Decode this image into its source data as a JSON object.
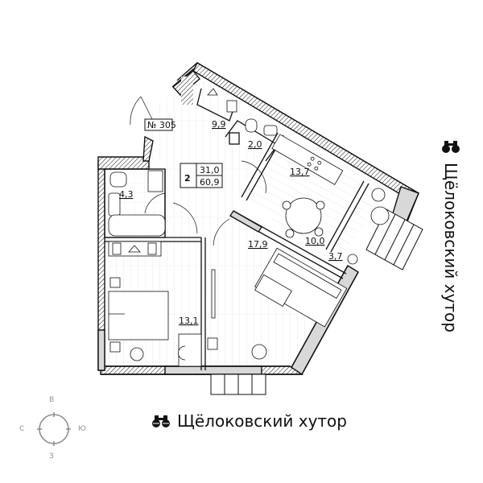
{
  "apartment": {
    "number_label": "№ 305",
    "rooms_count": "2",
    "living_area": "31,0",
    "total_area": "60,9"
  },
  "rooms": [
    {
      "id": "hall",
      "area": "9,9"
    },
    {
      "id": "wc",
      "area": "2,0"
    },
    {
      "id": "bathroom",
      "area": "4,3"
    },
    {
      "id": "kitchen",
      "area": "13,7"
    },
    {
      "id": "living-room",
      "area": "17,9"
    },
    {
      "id": "dining",
      "area": "10,0"
    },
    {
      "id": "balcony",
      "area": "3,7"
    },
    {
      "id": "bedroom",
      "area": "13,1"
    }
  ],
  "view_label": {
    "text": "Щёлоковский хутор",
    "icon": "binoculars-icon"
  },
  "compass": {
    "north": "С",
    "east": "В",
    "south": "Ю",
    "west": "З"
  },
  "colors": {
    "wall": "#111111",
    "wall_fill": "#ffffff",
    "hatch_gray": "#d8d8d8",
    "compass": "#8a9099",
    "floor_lines": "#e6e6e6"
  }
}
